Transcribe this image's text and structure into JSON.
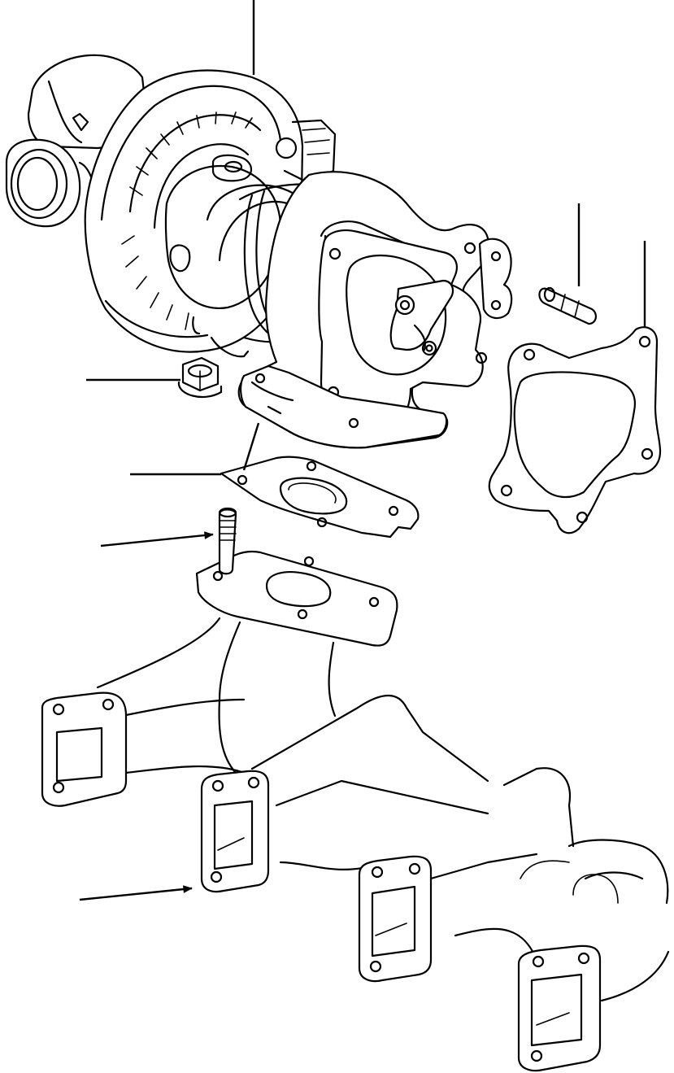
{
  "figure": {
    "kind": "exploded parts illustration",
    "colors": {
      "line": "#000000",
      "background": "#ffffff"
    },
    "parts": [
      {
        "id": "turbocharger",
        "leader_style": "line"
      },
      {
        "id": "nut",
        "leader_style": "line"
      },
      {
        "id": "turbo-outlet-gasket",
        "leader_style": "line"
      },
      {
        "id": "turbo-mount-gasket",
        "leader_style": "line"
      },
      {
        "id": "stud",
        "leader_style": "arrow"
      },
      {
        "id": "exhaust-manifold",
        "leader_style": "arrow"
      }
    ]
  }
}
